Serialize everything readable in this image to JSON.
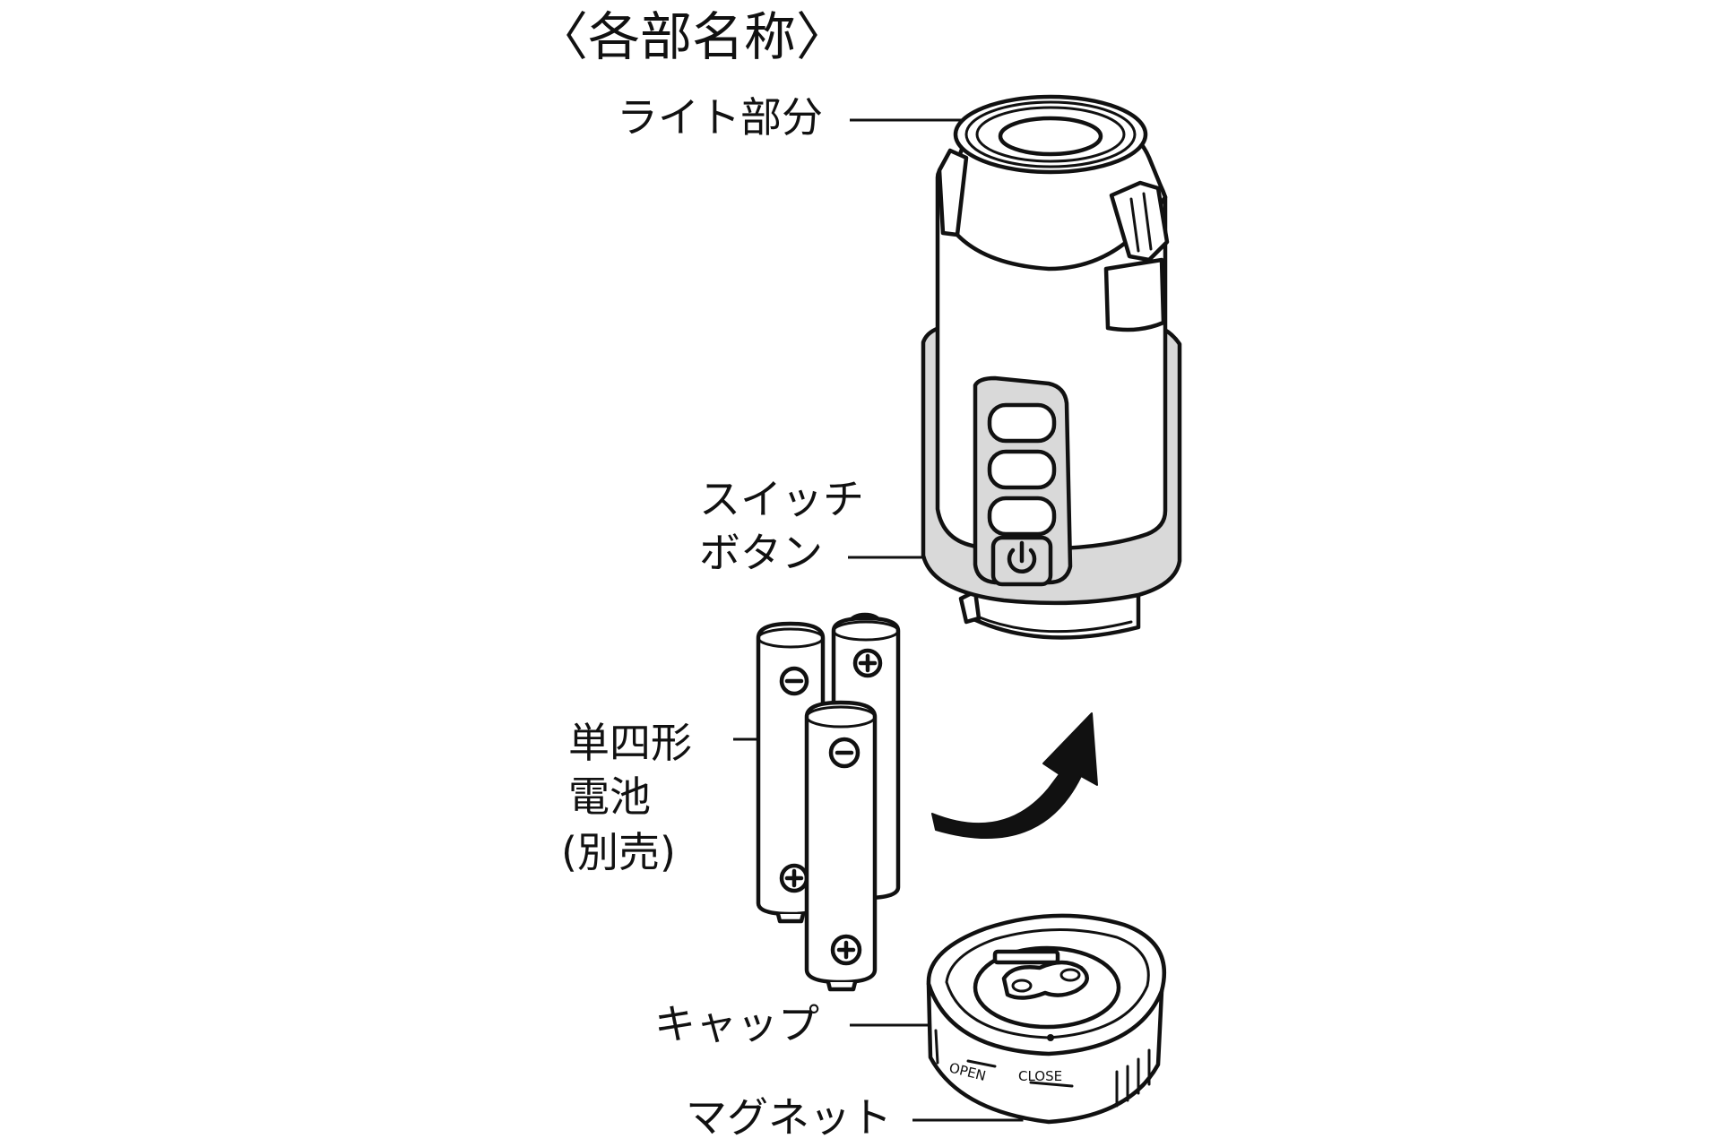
{
  "title": "〈各部名称〉",
  "labels": {
    "light": "ライト部分",
    "switch_line1": "スイッチ",
    "switch_line2": "ボタン",
    "battery_line1": "単四形",
    "battery_line2": "電池",
    "battery_line3": "(別売)",
    "cap": "キャップ",
    "magnet": "マグネット"
  },
  "cap_markings": {
    "open": "OPEN",
    "close": "CLOSE"
  },
  "battery_terminals": {
    "plus": "+",
    "minus": "−"
  }
}
